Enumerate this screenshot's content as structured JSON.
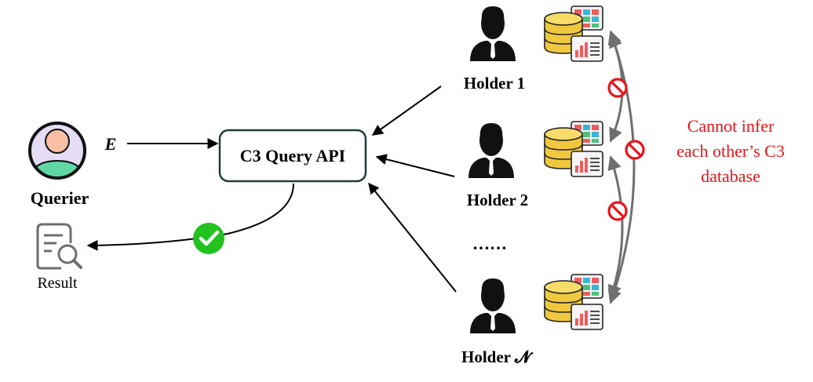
{
  "querier": {
    "label": "Querier",
    "input_symbol": "E"
  },
  "api": {
    "label": "C3 Query API"
  },
  "result": {
    "label": "Result"
  },
  "holders": [
    {
      "label": "Holder 1"
    },
    {
      "label": "Holder 2"
    },
    {
      "label": "Holder 𝓝"
    }
  ],
  "ellipsis": "……",
  "note": {
    "lines": [
      "Cannot infer",
      "each other’s C3",
      "database"
    ]
  },
  "colors": {
    "border": "#1f3b3b",
    "check": "#22c21f",
    "prohibit": "#e8141b",
    "note": "#e8141b",
    "person": "#111111",
    "db_gold": "#f0c840",
    "db_gold_dark": "#c99a1e",
    "arc": "#7a7a7a"
  },
  "icons": [
    "querier-avatar-icon",
    "result-document-search-icon",
    "person-silhouette-icon",
    "database-icon",
    "check-icon",
    "prohibited-icon"
  ]
}
